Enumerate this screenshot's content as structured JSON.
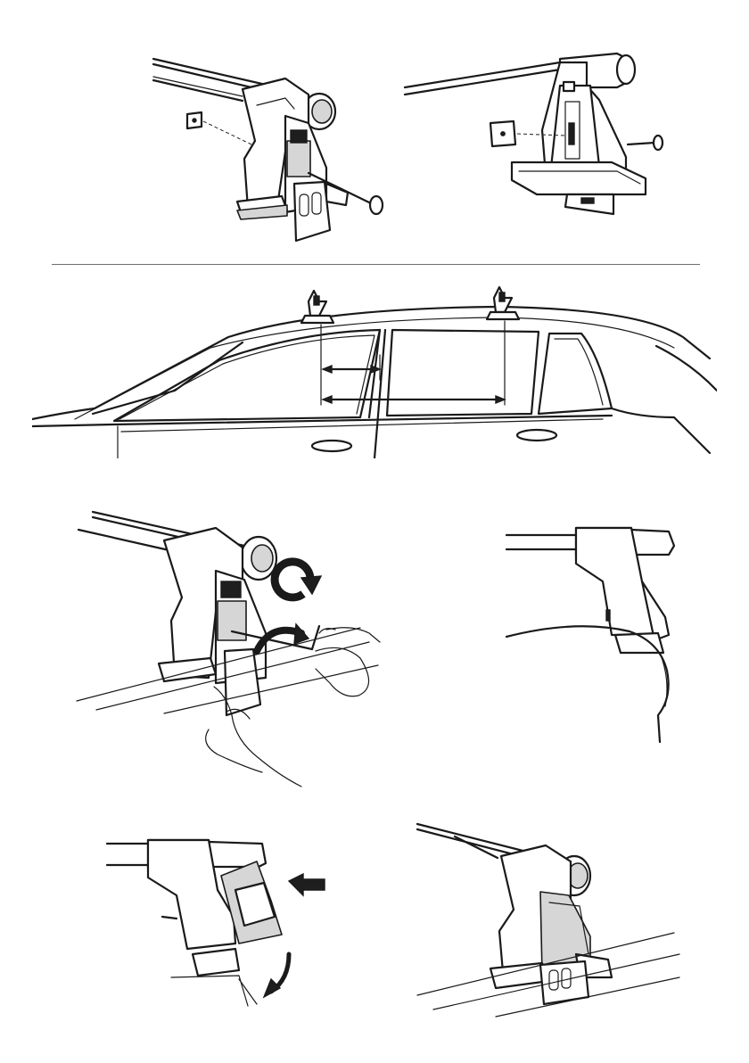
{
  "page": {
    "background": "#ffffff",
    "ink": "#1a1a1a",
    "divider_color": "#6f6f6f"
  },
  "figures": [
    {
      "name": "foot-assembly-front-view",
      "icons": [
        "roof-bar-icon",
        "foot-pad-icon",
        "bolt-icon",
        "square-nut-icon"
      ]
    },
    {
      "name": "foot-assembly-rear-view",
      "icons": [
        "roof-bar-icon",
        "foot-pad-icon",
        "bolt-icon",
        "square-nut-icon"
      ]
    },
    {
      "name": "car-side-measurement",
      "icons": [
        "car-icon",
        "foot-icon",
        "dimension-arrow-icon"
      ]
    },
    {
      "name": "tighten-bolt-with-key",
      "icons": [
        "hand-icon",
        "allen-key-icon",
        "rotate-clockwise-icon"
      ]
    },
    {
      "name": "bracket-hook-on-door-frame",
      "icons": [
        "roof-bar-icon",
        "bracket-icon",
        "door-frame-icon"
      ]
    },
    {
      "name": "push-bracket-and-rotate",
      "icons": [
        "push-arrow-icon",
        "curved-arrow-icon"
      ]
    },
    {
      "name": "final-mounted-foot",
      "icons": [
        "roof-bar-icon",
        "foot-pad-icon"
      ]
    }
  ]
}
